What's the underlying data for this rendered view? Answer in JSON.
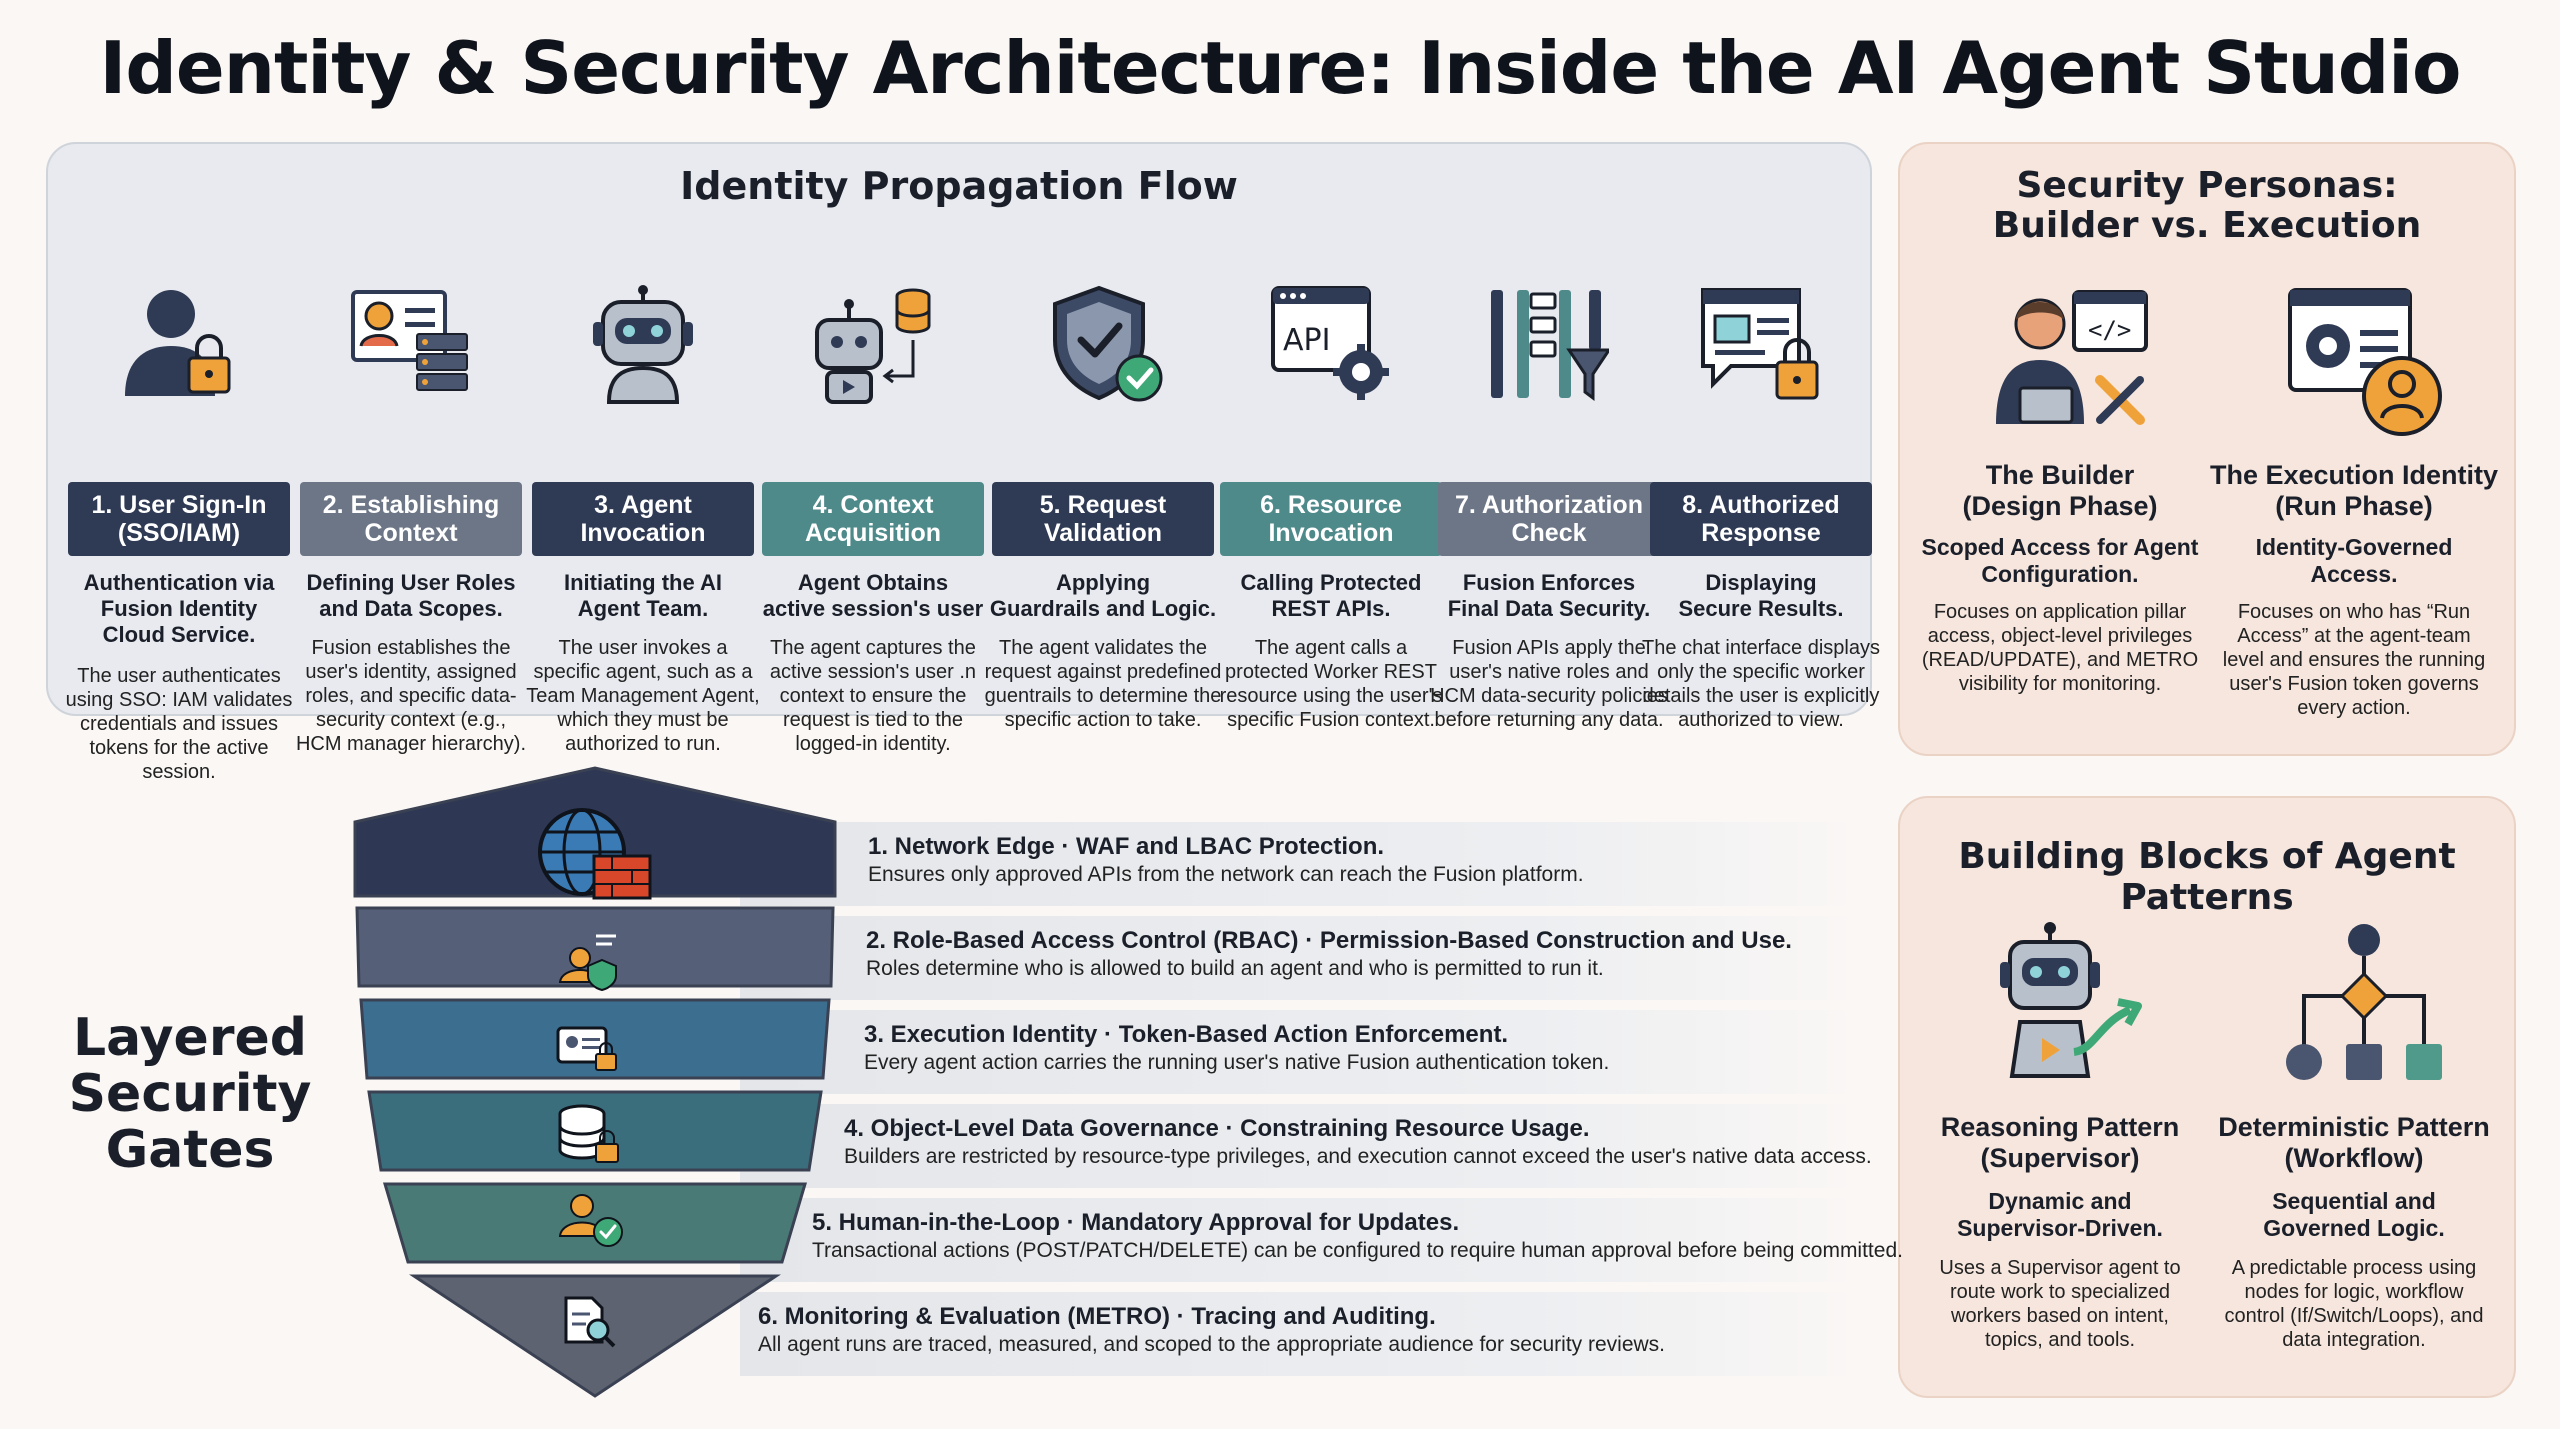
{
  "title": "Identity & Security Architecture: Inside the AI Agent Studio",
  "flow": {
    "title": "Identity Propagation Flow",
    "steps": [
      {
        "label": "1. User Sign-In\n(SSO/IAM)",
        "color": "#2f3a55",
        "icon": "user-lock-icon",
        "heading": "Authentication via\nFusion Identity\nCloud Service.",
        "desc": "The user authenticates using SSO: IAM validates credentials and issues tokens for the active session."
      },
      {
        "label": "2. Establishing\nContext",
        "color": "#6c7686",
        "icon": "id-card-server-icon",
        "heading": "Defining User Roles\nand Data Scopes.",
        "desc": "Fusion establishes the user's identity, assigned roles, and specific data-security context (e.g., HCM manager hierarchy)."
      },
      {
        "label": "3. Agent\nInvocation",
        "color": "#2f3a55",
        "icon": "robot-headset-icon",
        "heading": "Initiating the AI\nAgent Team.",
        "desc": "The user invokes a specific agent, such as a Team Management Agent, which they must be authorized to run."
      },
      {
        "label": "4. Context\nAcquisition",
        "color": "#4f8a8b",
        "icon": "robot-database-icon",
        "heading": "Agent Obtains\nactive session's user",
        "desc": "The agent captures the active session's user .n context to ensure the request is tied to the logged-in identity."
      },
      {
        "label": "5. Request\nValidation",
        "color": "#2f3a55",
        "icon": "shield-check-icon",
        "heading": "Applying\nGuardrails and Logic.",
        "desc": "The agent validates the request against predefined guentrails to determine the specific action to take."
      },
      {
        "label": "6. Resource\nInvocation",
        "color": "#4f8a8b",
        "icon": "api-gear-icon",
        "heading": "Calling Protected\nREST APIs.",
        "desc": "The agent calls a protected Worker REST resource using the user's specific Fusion context."
      },
      {
        "label": "7. Authorization\nCheck",
        "color": "#6c7686",
        "icon": "filter-pillars-icon",
        "heading": "Fusion Enforces\nFinal Data Security.",
        "desc": "Fusion APIs apply the user's native roles and HCM data-security policies before returning any data."
      },
      {
        "label": "8. Authorized\nResponse",
        "color": "#2f3a55",
        "icon": "chat-lock-icon",
        "heading": "Displaying\nSecure Results.",
        "desc": "The chat interface displays only the specific worker details the user is explicitly authorized to view."
      }
    ]
  },
  "personas": {
    "title": "Security Personas:\nBuilder vs. Execution",
    "items": [
      {
        "icon": "builder-icon",
        "title": "The Builder\n(Design Phase)",
        "subtitle": "Scoped Access for Agent\nConfiguration.",
        "desc": "Focuses on application pillar access, object-level privileges (READ/UPDATE), and METRO visibility for monitoring."
      },
      {
        "icon": "execution-identity-icon",
        "title": "The Execution Identity\n(Run Phase)",
        "subtitle": "Identity-Governed\nAccess.",
        "desc": "Focuses on who has “Run Access” at the agent-team level and ensures the running user's Fusion token governs every action."
      }
    ]
  },
  "blocks": {
    "title": "Building Blocks of Agent Patterns",
    "items": [
      {
        "icon": "reasoning-robot-icon",
        "title": "Reasoning Pattern\n(Supervisor)",
        "subtitle": "Dynamic and\nSupervisor-Driven.",
        "desc": "Uses a Supervisor agent to route work to specialized workers based on intent, topics, and tools."
      },
      {
        "icon": "workflow-tree-icon",
        "title": "Deterministic Pattern\n(Workflow)",
        "subtitle": "Sequential and\nGoverned Logic.",
        "desc": "A predictable process using nodes for logic, workflow control (If/Switch/Loops), and data integration."
      }
    ]
  },
  "gates": {
    "title": "Layered\nSecurity\nGates",
    "items": [
      {
        "icon": "globe-firewall-icon",
        "color": "#2e3855",
        "title": "1. Network Edge · WAF and LBAC Protection.",
        "desc": "Ensures only approved APIs from the network can reach the Fusion platform."
      },
      {
        "icon": "user-shield-icon",
        "color": "#565f78",
        "title": "2. Role-Based Access Control (RBAC) · Permission-Based Construction and Use.",
        "desc": "Roles determine who is allowed to build an agent and who is permitted to run it."
      },
      {
        "icon": "id-card-lock-icon",
        "color": "#3c6e90",
        "title": "3. Execution Identity · Token-Based Action Enforcement.",
        "desc": "Every agent action carries the running user's native Fusion authentication token."
      },
      {
        "icon": "database-lock-icon",
        "color": "#3b6e7d",
        "title": "4. Object-Level Data Governance · Constraining Resource Usage.",
        "desc": "Builders are restricted by resource-type privileges, and execution cannot exceed the user's native data access."
      },
      {
        "icon": "user-approve-icon",
        "color": "#4a7a76",
        "title": "5. Human-in-the-Loop · Mandatory Approval for Updates.",
        "desc": "Transactional actions (POST/PATCH/DELETE) can be configured to require human approval before being committed."
      },
      {
        "icon": "document-search-icon",
        "color": "#5d6371",
        "title": "6. Monitoring & Evaluation (METRO) · Tracing and Auditing.",
        "desc": "All agent runs are traced, measured, and scoped to the appropriate audience for security reviews."
      }
    ]
  }
}
